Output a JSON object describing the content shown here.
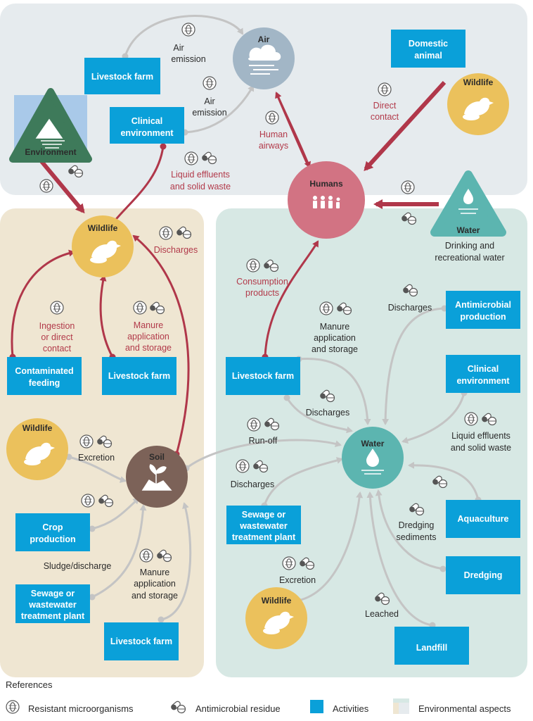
{
  "colors": {
    "activity_blue": "#0aa0d9",
    "red_arrow": "#b0374a",
    "grey_arrow": "#c4c4c4",
    "air_panel": "#e6ebee",
    "soil_panel": "#efe6d2",
    "water_panel": "#d7e8e4",
    "wildlife_yellow": "#ebc15c",
    "humans_pink": "#d27383",
    "soil_brown": "#7c6258",
    "water_teal": "#5cb5b0",
    "air_grey": "#a2b6c6"
  },
  "nodes": {
    "air": "Air",
    "humans": "Humans",
    "wildlife": "Wildlife",
    "soil": "Soil",
    "water": "Water",
    "environment": "Environment"
  },
  "boxes": {
    "livestock_farm": "Livestock farm",
    "clinical_environment": [
      "Clinical",
      "environment"
    ],
    "domestic_animal": [
      "Domestic",
      "animal"
    ],
    "contaminated_feeding": [
      "Contaminated",
      "feeding"
    ],
    "antimicrobial_production": [
      "Antimicrobial",
      "production"
    ],
    "crop_production": [
      "Crop",
      "production"
    ],
    "sewage_wwtp": [
      "Sewage or",
      "wastewater",
      "treatment plant"
    ],
    "aquaculture": "Aquaculture",
    "dredging": "Dredging",
    "landfill": "Landfill"
  },
  "labels": {
    "air_emission": [
      "Air",
      "emission"
    ],
    "human_airways": [
      "Human",
      "airways"
    ],
    "direct_contact": [
      "Direct",
      "contact"
    ],
    "liquid_effluents": [
      "Liquid effluents",
      "and solid waste"
    ],
    "drinking_water": [
      "Drinking and",
      "recreational water"
    ],
    "discharges": "Discharges",
    "ingestion": [
      "Ingestion",
      "or direct",
      "contact"
    ],
    "manure": [
      "Manure",
      "application",
      "and storage"
    ],
    "consumption_products": [
      "Consumption",
      "products"
    ],
    "excretion": "Excretion",
    "run_off": "Run-off",
    "sludge_discharge": "Sludge/discharge",
    "dredging_sediments": [
      "Dredging",
      "sediments"
    ],
    "leached": "Leached"
  },
  "legend": {
    "title": "References",
    "resistant": "Resistant microorganisms",
    "residue": "Antimicrobial residue",
    "activities": "Activities",
    "environmental": "Environmental aspects"
  }
}
